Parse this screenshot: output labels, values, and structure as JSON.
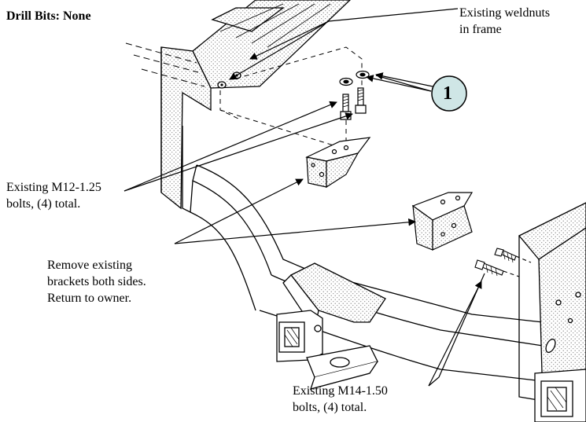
{
  "header": {
    "drill_bits": "Drill Bits:  None"
  },
  "labels": {
    "weldnuts": [
      "Existing weldnuts",
      "in frame"
    ],
    "m12": [
      "Existing M12-1.25",
      "bolts, (4) total."
    ],
    "brackets": [
      "Remove existing",
      "brackets both sides.",
      "Return to owner."
    ],
    "m14": [
      "Existing M14-1.50",
      "bolts, (4) total."
    ]
  },
  "callout": {
    "number": "1",
    "fill": "#cfe6e6"
  },
  "colors": {
    "line": "#000000",
    "stipple": "#9a9a9a"
  }
}
